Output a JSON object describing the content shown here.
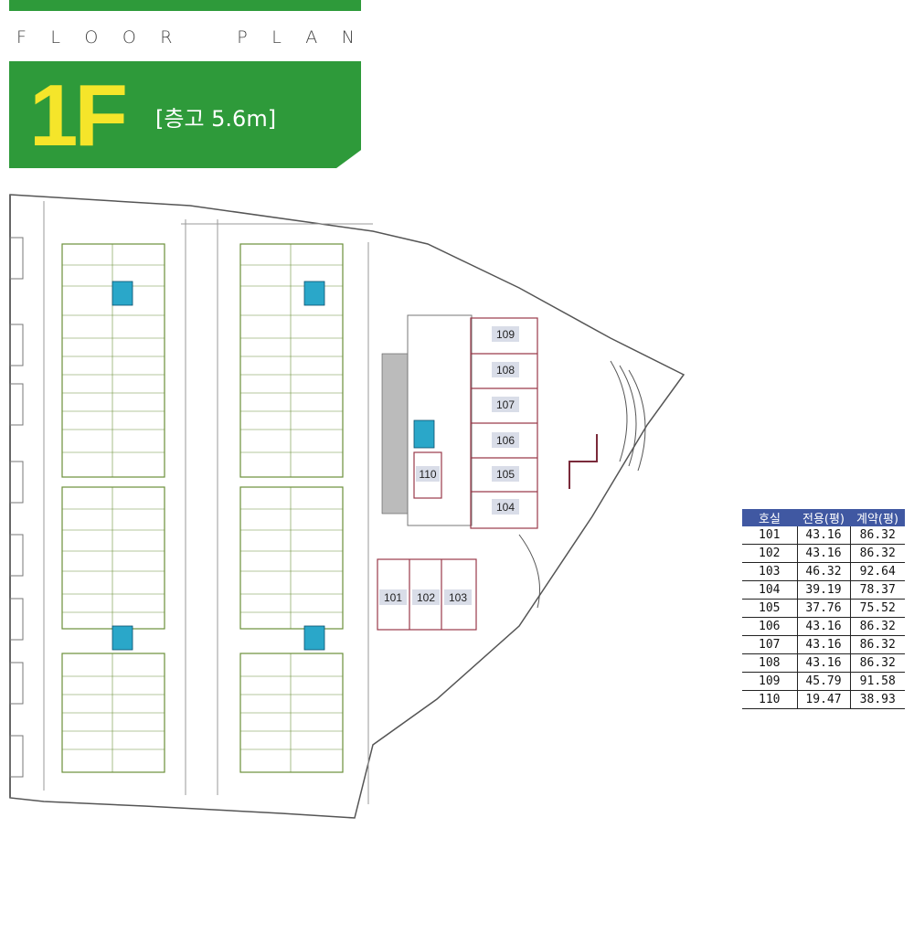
{
  "header": {
    "subtitle_letters": [
      "F",
      "L",
      "O",
      "O",
      "R",
      "P",
      "L",
      "A",
      "N"
    ],
    "floor": "1F",
    "height": "[층고 5.6m]"
  },
  "plan": {
    "units": [
      "101",
      "102",
      "103",
      "104",
      "105",
      "106",
      "107",
      "108",
      "109",
      "110"
    ]
  },
  "table": {
    "headers": [
      "호실",
      "전용(평)",
      "계약(평)"
    ],
    "rows": [
      [
        "101",
        "43.16",
        "86.32"
      ],
      [
        "102",
        "43.16",
        "86.32"
      ],
      [
        "103",
        "46.32",
        "92.64"
      ],
      [
        "104",
        "39.19",
        "78.37"
      ],
      [
        "105",
        "37.76",
        "75.52"
      ],
      [
        "106",
        "43.16",
        "86.32"
      ],
      [
        "107",
        "43.16",
        "86.32"
      ],
      [
        "108",
        "43.16",
        "86.32"
      ],
      [
        "109",
        "45.79",
        "91.58"
      ],
      [
        "110",
        "19.47",
        "38.93"
      ]
    ]
  },
  "colors": {
    "brand_green": "#2e9a3a",
    "floor_yellow": "#f5e52a",
    "table_header": "#4058a2"
  }
}
